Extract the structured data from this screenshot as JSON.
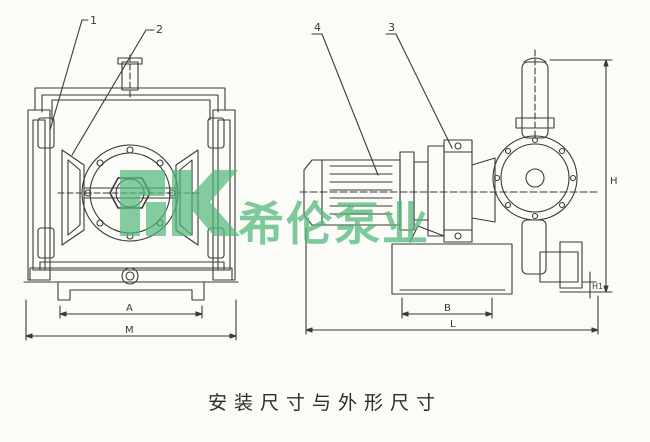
{
  "caption": "安装尺寸与外形尺寸",
  "watermark": {
    "text": "希伦泵业",
    "color": "#53b97a"
  },
  "callouts": {
    "c1": "1",
    "c2": "2",
    "c3": "3",
    "c4": "4"
  },
  "dimensions": {
    "A": "A",
    "M": "M",
    "B": "B",
    "L": "L",
    "H": "H",
    "H1": "H1"
  },
  "colors": {
    "line": "#3a3a3a",
    "paper": "#fbfbf8"
  }
}
